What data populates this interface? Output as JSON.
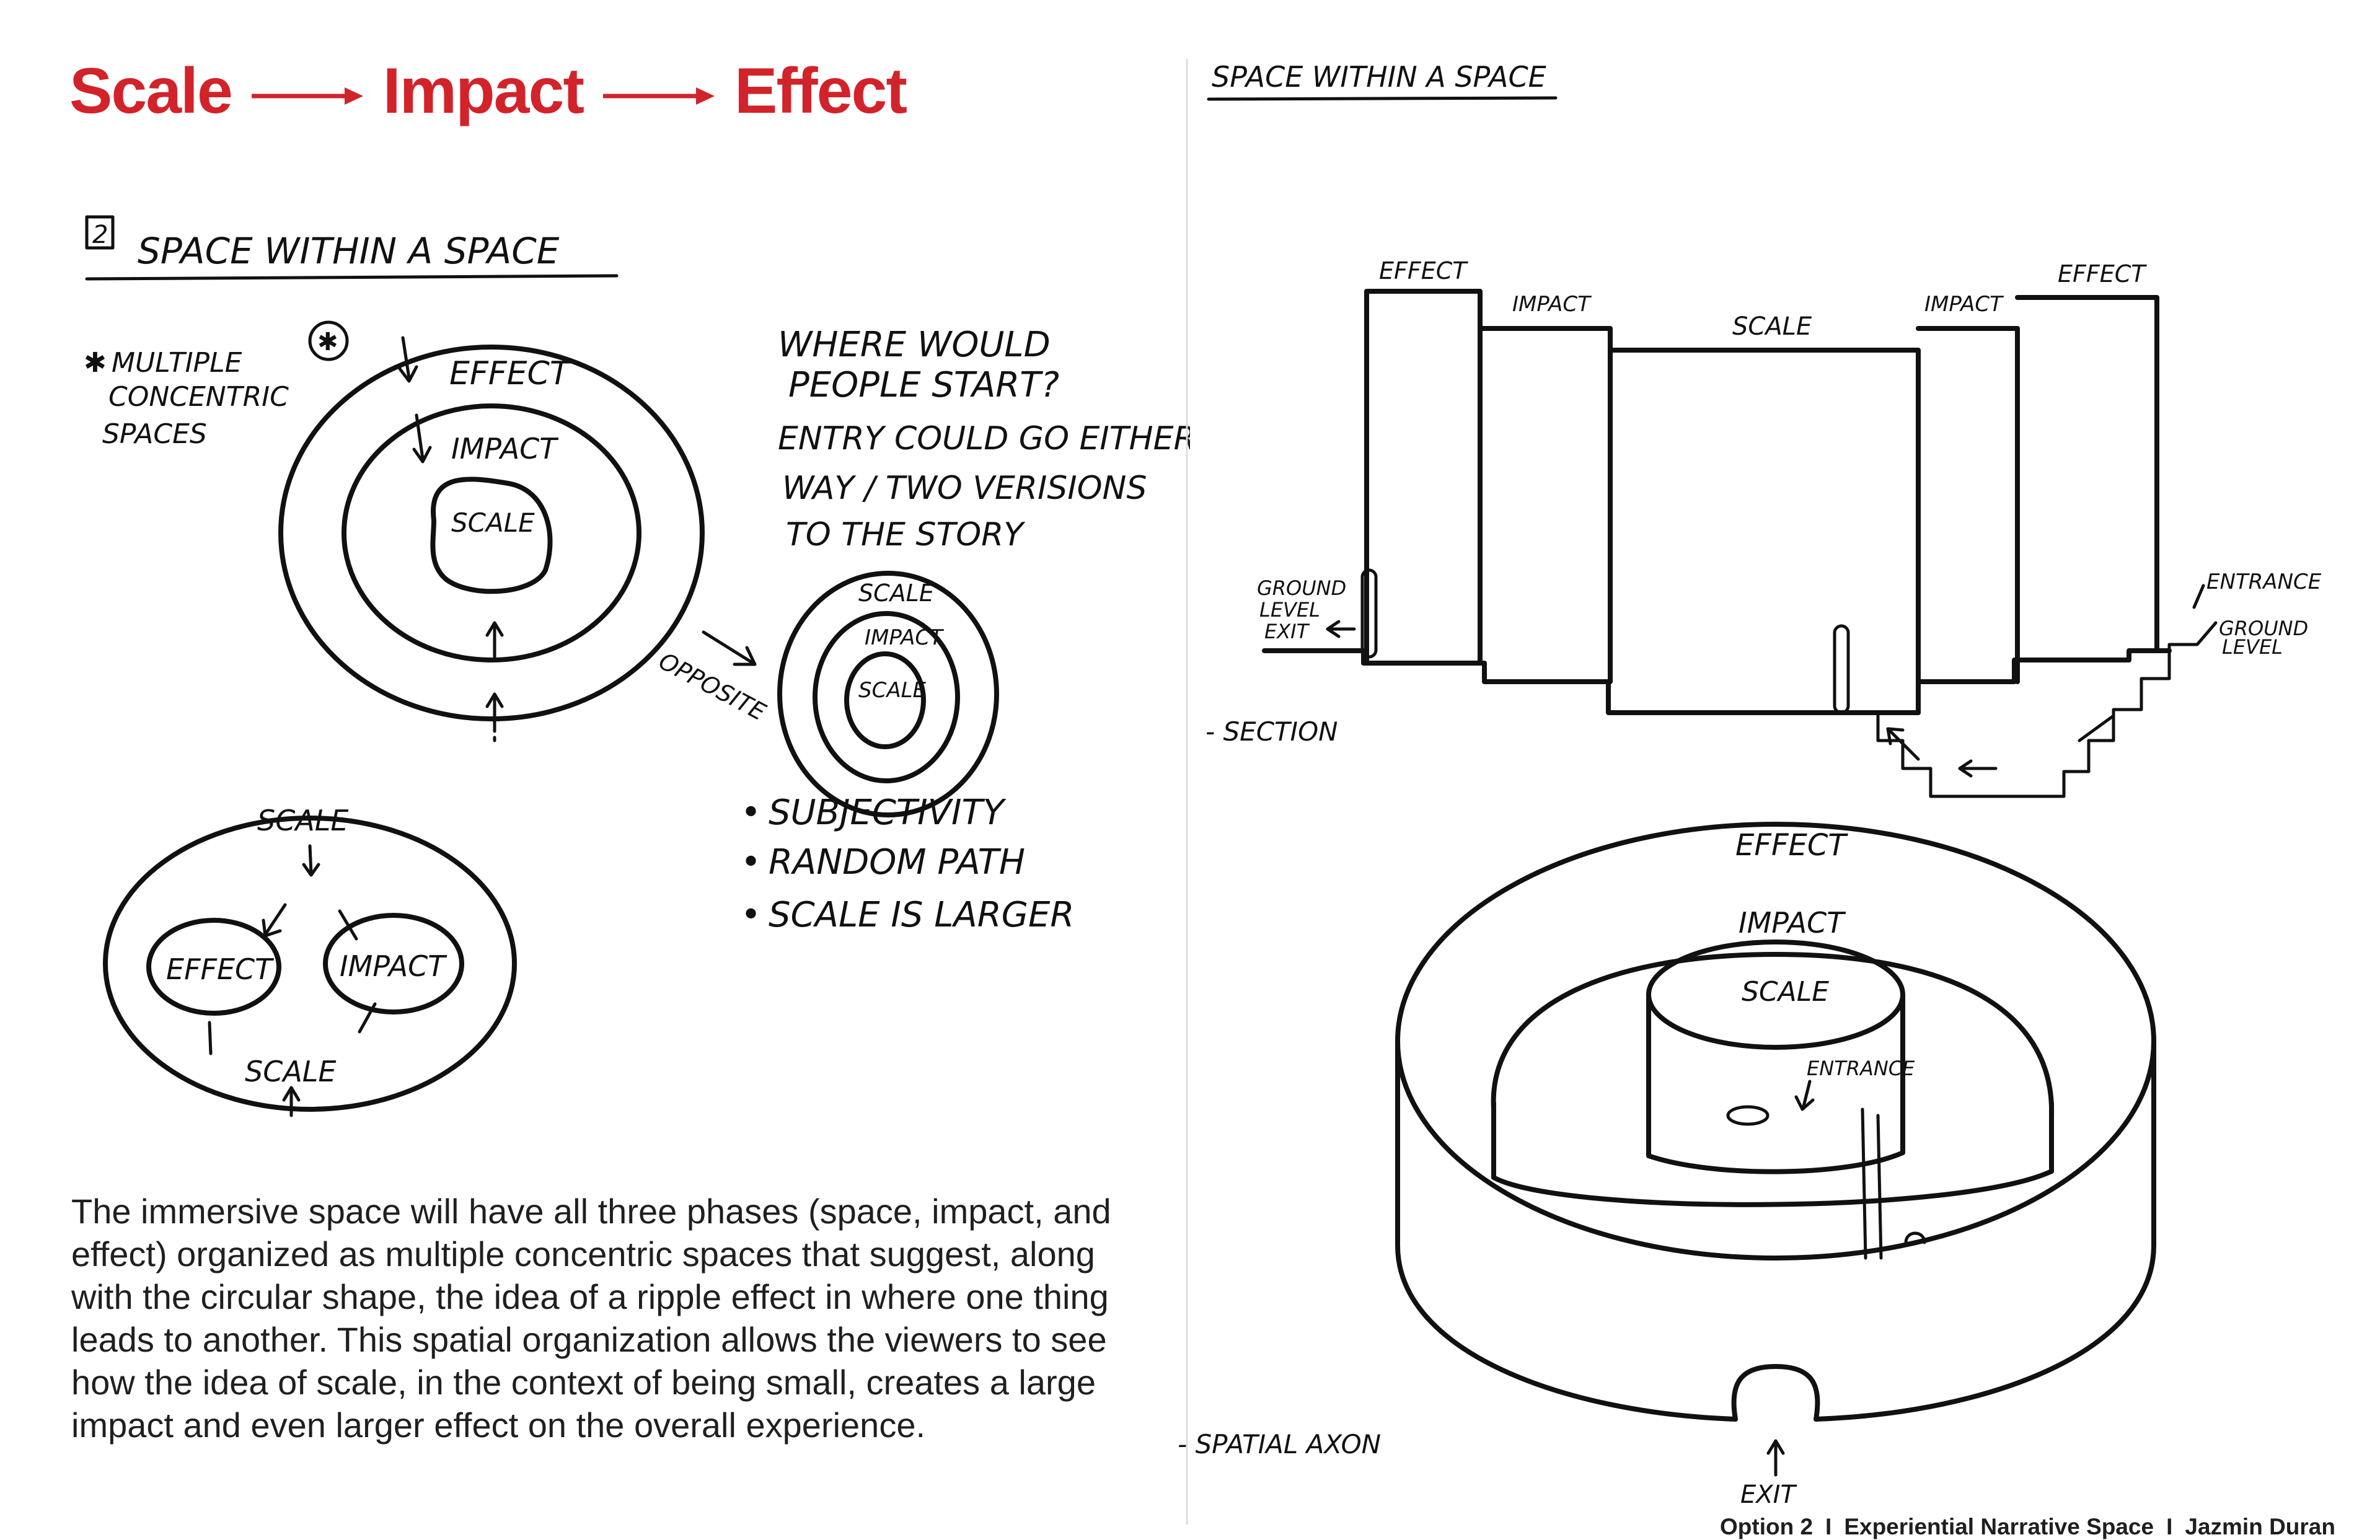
{
  "colors": {
    "accent": "#d2232a",
    "ink": "#111111",
    "paper": "#ffffff"
  },
  "title": {
    "word1": "Scale",
    "word2": "Impact",
    "word3": "Effect"
  },
  "left_sketch": {
    "number": "2",
    "heading": "SPACE WITHIN A SPACE",
    "star_note": [
      "MULTIPLE",
      "CONCENTRIC",
      "SPACES"
    ],
    "concentric": {
      "outer": "EFFECT",
      "middle": "IMPACT",
      "inner": "SCALE"
    },
    "opposite_label": "OPPOSITE",
    "opposite_rings": {
      "outer": "SCALE",
      "middle": "IMPACT",
      "inner": "SCALE"
    },
    "question": [
      "WHERE WOULD",
      "PEOPLE START?"
    ],
    "entry_note": [
      "ENTRY COULD GO EITHER",
      "WAY / TWO VERISIONS",
      "TO THE STORY"
    ],
    "bullets": [
      "SUBJECTIVITY",
      "RANDOM PATH",
      "SCALE IS LARGER"
    ],
    "oval": {
      "top": "SCALE",
      "left": "EFFECT",
      "right": "IMPACT",
      "bottom": "SCALE"
    }
  },
  "right_sketch": {
    "heading": "SPACE WITHIN A SPACE",
    "section_label": "- SECTION",
    "section_blocks": [
      "EFFECT",
      "IMPACT",
      "SCALE",
      "IMPACT",
      "EFFECT"
    ],
    "ground_exit": [
      "GROUND",
      "LEVEL",
      "EXIT"
    ],
    "entrance": "ENTRANCE",
    "ground_level": [
      "GROUND",
      "LEVEL"
    ],
    "axon_label": "- SPATIAL AXON",
    "axon_rings": {
      "outer": "EFFECT",
      "middle": "IMPACT",
      "inner": "SCALE"
    },
    "axon_entrance": "ENTRANCE",
    "axon_exit": "EXIT"
  },
  "body_text": "The immersive space will have all three phases (space, impact, and effect) organized as multiple concentric spaces that suggest, along with the circular shape, the idea of a ripple effect in where one thing leads to another. This spatial  organization allows the viewers to see how the idea of scale, in the context of being small, creates a large impact and even larger effect on the overall experience.",
  "footer": {
    "option": "Option 2",
    "project": "Experiential Narrative Space",
    "author": "Jazmin Duran",
    "separator": "I"
  }
}
